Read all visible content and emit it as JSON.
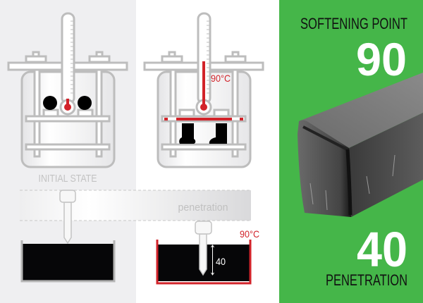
{
  "left_panel": {
    "label": "INITIAL STATE"
  },
  "middle_panel": {
    "temperature_label": "90°C"
  },
  "penetration_band": {
    "label": "penetration"
  },
  "penetration_test": {
    "temperature_label": "90°C",
    "depth_label": "40"
  },
  "right_panel": {
    "softening_title": "SOFTENING POINT",
    "softening_value": "90",
    "penetration_value": "40",
    "penetration_title": "PENETRATION"
  },
  "colors": {
    "green": "#45b649",
    "red": "#d2232a",
    "gray": "#bdbdbd",
    "left_bg": "#efeff1"
  }
}
